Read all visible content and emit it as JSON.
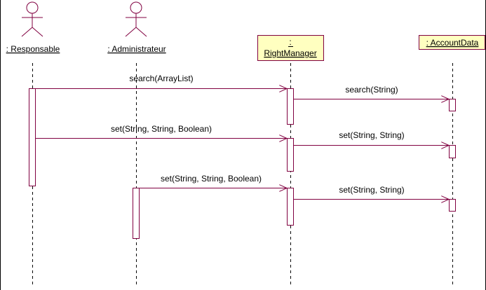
{
  "colors": {
    "line": "#800040",
    "object_fill": "#ffffc0",
    "activation_fill": "#ffffff",
    "text": "#000000",
    "background": "#ffffff"
  },
  "participants": [
    {
      "id": "responsable",
      "kind": "actor",
      "label": ": Responsable"
    },
    {
      "id": "administrateur",
      "kind": "actor",
      "label": ": Administrateur"
    },
    {
      "id": "rightmanager",
      "kind": "object",
      "label_top": ":",
      "label": "RightManager"
    },
    {
      "id": "accountdata",
      "kind": "object",
      "label": ": AccountData"
    }
  ],
  "messages": [
    {
      "from": "responsable",
      "to": "rightmanager",
      "label": "search(ArrayList)"
    },
    {
      "from": "rightmanager",
      "to": "accountdata",
      "label": "search(String)"
    },
    {
      "from": "responsable",
      "to": "rightmanager",
      "label": "set(String, String, Boolean)"
    },
    {
      "from": "rightmanager",
      "to": "accountdata",
      "label": "set(String, String)"
    },
    {
      "from": "administrateur",
      "to": "rightmanager",
      "label": "set(String, String, Boolean)"
    },
    {
      "from": "rightmanager",
      "to": "accountdata",
      "label": "set(String, String)"
    }
  ]
}
